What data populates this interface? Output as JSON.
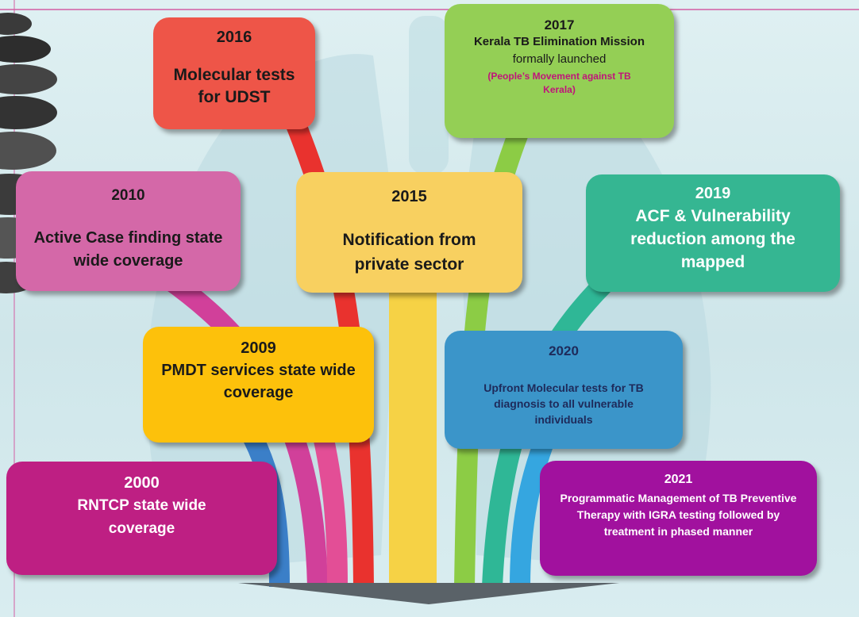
{
  "colors": {
    "m2016": "#ee5548",
    "m2017": "#94cf55",
    "m2010": "#d468a8",
    "m2015": "#f8d060",
    "m2019": "#35b692",
    "m2009": "#fdc10b",
    "m2020": "#3b95c9",
    "m2000": "#be1f83",
    "m2021": "#a1119e",
    "accent_pink": "#c0147a"
  },
  "milestones": {
    "m2016": {
      "year": "2016",
      "text": "Molecular tests for UDST"
    },
    "m2017": {
      "year": "2017",
      "bold_a": "Kerala TB Elimination Mission",
      "normal_a": " formally launched",
      "sub": "(People’s Movement against TB Kerala)"
    },
    "m2010": {
      "year": "2010",
      "text": "Active Case finding state wide coverage"
    },
    "m2015": {
      "year": "2015",
      "text": "Notification from private sector"
    },
    "m2019": {
      "year": "2019",
      "text": "ACF & Vulnerability reduction among the mapped"
    },
    "m2009": {
      "year": "2009",
      "text": "PMDT services state wide coverage"
    },
    "m2020": {
      "year": "2020",
      "text": "Upfront Molecular tests for TB diagnosis to all vulnerable individuals"
    },
    "m2000": {
      "year": "2000",
      "text": "RNTCP state wide coverage"
    },
    "m2021": {
      "year": "2021",
      "text": "Programmatic Management of TB Preventive Therapy with IGRA testing followed by treatment in phased manner"
    }
  }
}
